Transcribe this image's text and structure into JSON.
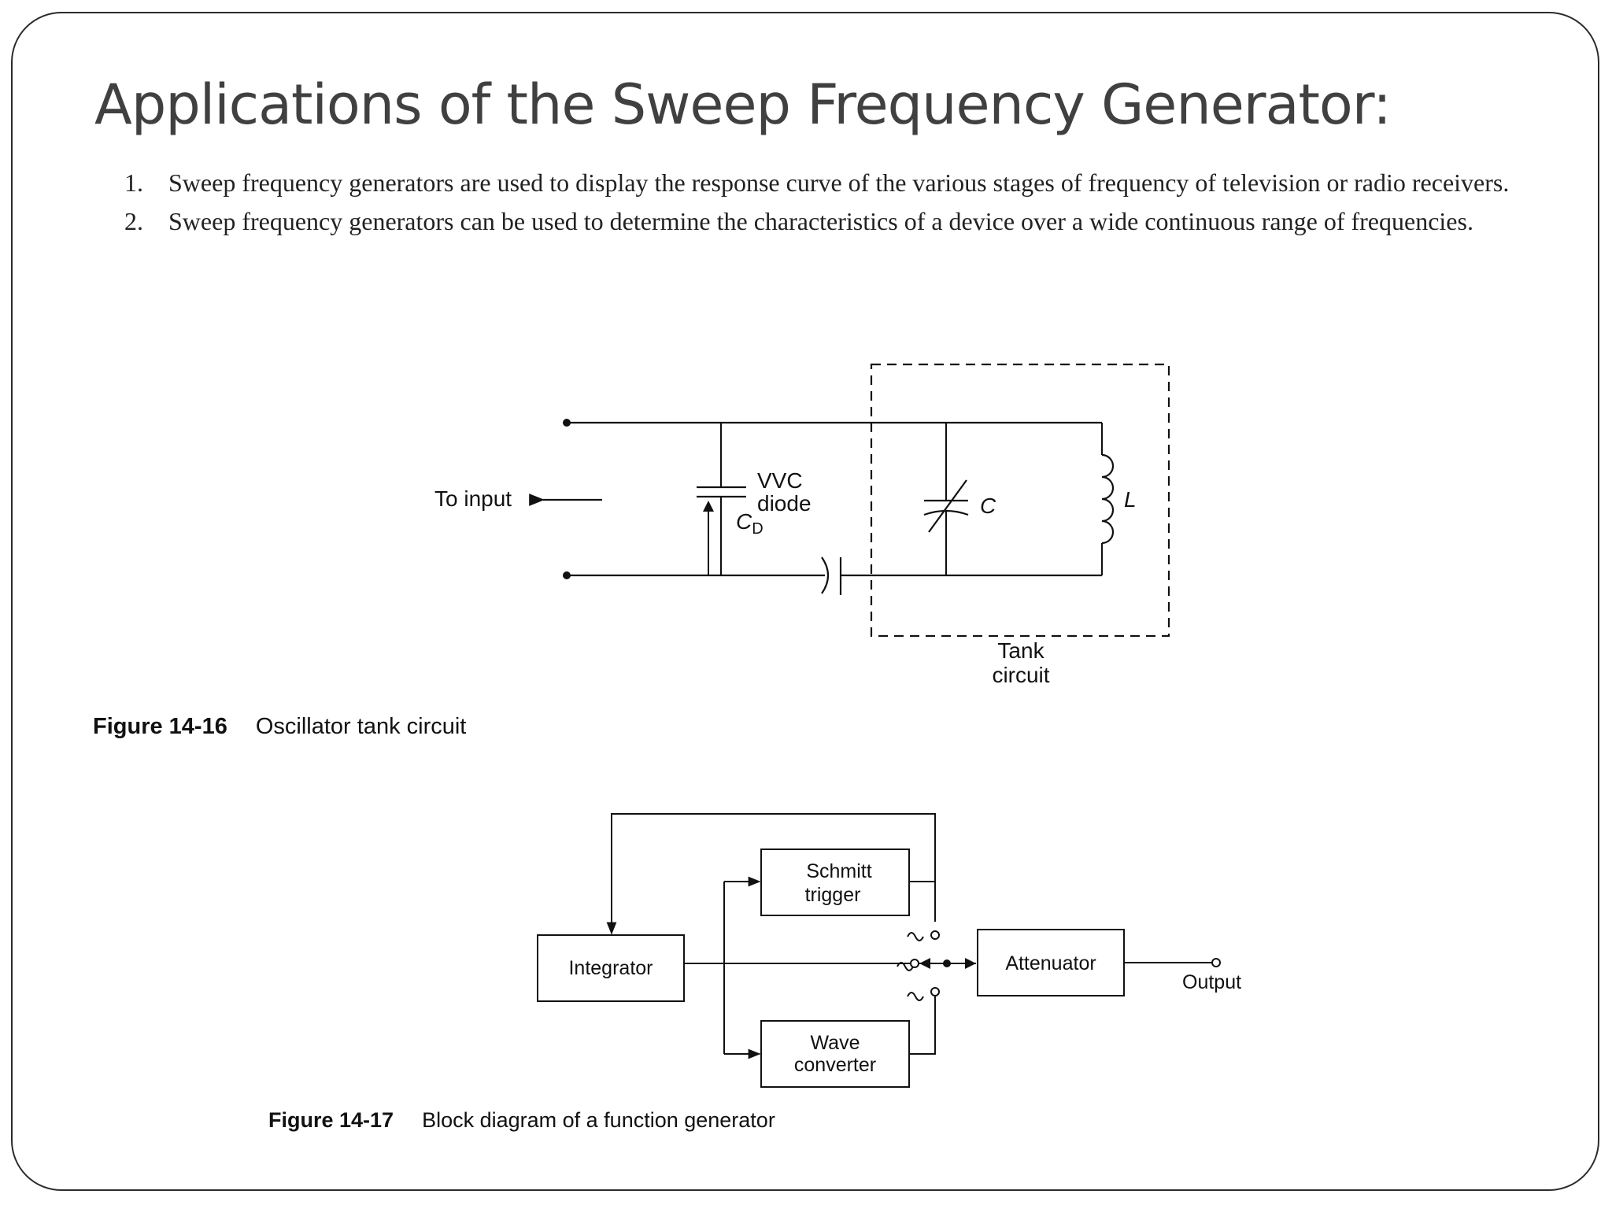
{
  "slide": {
    "title": "Applications of the Sweep Frequency Generator:",
    "items": [
      {
        "num": "1.",
        "text": "Sweep frequency generators are used to display the response curve of the various stages of frequency of television or radio receivers."
      },
      {
        "num": "2.",
        "text": "Sweep frequency generators can be used to determine the characteristics of a device over a wide continuous range of frequencies."
      }
    ]
  },
  "figure16": {
    "label": "Figure 14-16",
    "caption": "Oscillator tank circuit",
    "to_input": "To input",
    "vvc": "VVC",
    "diode": "diode",
    "cd": "C",
    "cd_sub": "D",
    "c": "C",
    "l": "L",
    "tank1": "Tank",
    "tank2": "circuit"
  },
  "figure17": {
    "label": "Figure 14-17",
    "caption": "Block diagram of a function generator",
    "integrator": "Integrator",
    "schmitt1": "Schmitt",
    "schmitt2": "trigger",
    "wave1": "Wave",
    "wave2": "converter",
    "attenuator": "Attenuator",
    "output": "Output"
  }
}
